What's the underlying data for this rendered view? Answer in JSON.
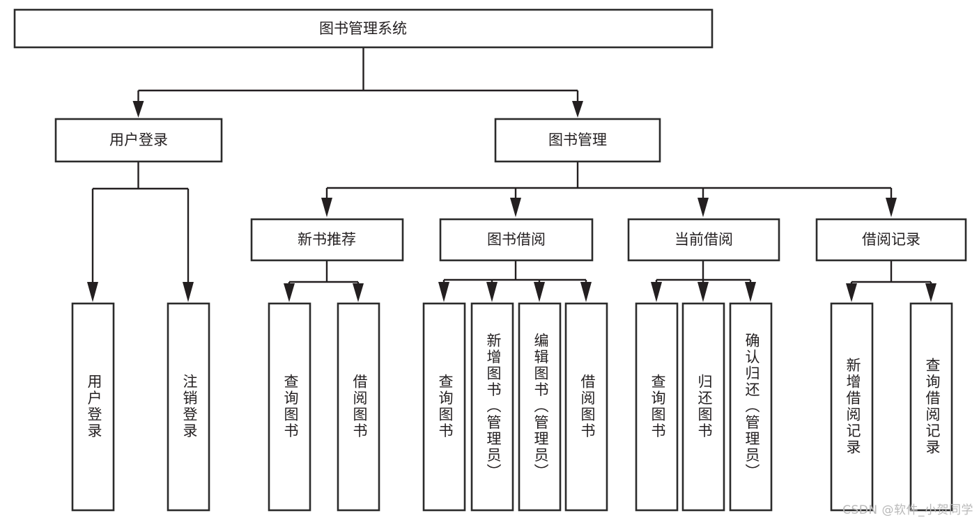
{
  "diagram": {
    "type": "hierarchy-tree",
    "title": "图书管理系统",
    "orientation": "top-down",
    "watermark": "CSDN @软件_小贺同学",
    "colors": {
      "box_stroke": "#2b2b2b",
      "box_fill": "#ffffff",
      "connector": "#231f20",
      "text": "#231f20",
      "background": "#ffffff",
      "watermark": "#b9b9b9"
    },
    "nodes": {
      "root": {
        "label": "图书管理系统",
        "level": 1,
        "orientation": "horizontal"
      },
      "level2": [
        {
          "id": "user-login",
          "label": "用户登录",
          "orientation": "horizontal"
        },
        {
          "id": "book-manage",
          "label": "图书管理",
          "orientation": "horizontal"
        }
      ],
      "level3": [
        {
          "id": "new-book-recommend",
          "label": "新书推荐",
          "orientation": "horizontal",
          "parent": "book-manage"
        },
        {
          "id": "book-borrow",
          "label": "图书借阅",
          "orientation": "horizontal",
          "parent": "book-manage"
        },
        {
          "id": "current-borrow",
          "label": "当前借阅",
          "orientation": "horizontal",
          "parent": "book-manage"
        },
        {
          "id": "borrow-record",
          "label": "借阅记录",
          "orientation": "horizontal",
          "parent": "book-manage"
        }
      ],
      "leaves": [
        {
          "id": "leaf-user-login",
          "label": "用户登录",
          "orientation": "vertical",
          "parent": "user-login"
        },
        {
          "id": "leaf-user-logout",
          "label": "注销登录",
          "orientation": "vertical",
          "parent": "user-login"
        },
        {
          "id": "leaf-query-book-1",
          "label": "查询图书",
          "orientation": "vertical",
          "parent": "new-book-recommend"
        },
        {
          "id": "leaf-borrow-book-1",
          "label": "借阅图书",
          "orientation": "vertical",
          "parent": "new-book-recommend"
        },
        {
          "id": "leaf-query-book-2",
          "label": "查询图书",
          "orientation": "vertical",
          "parent": "book-borrow"
        },
        {
          "id": "leaf-add-book",
          "label": "新增图书（管理员）",
          "orientation": "vertical",
          "parent": "book-borrow"
        },
        {
          "id": "leaf-edit-book",
          "label": "编辑图书（管理员）",
          "orientation": "vertical",
          "parent": "book-borrow"
        },
        {
          "id": "leaf-borrow-book-2",
          "label": "借阅图书",
          "orientation": "vertical",
          "parent": "book-borrow"
        },
        {
          "id": "leaf-query-book-3",
          "label": "查询图书",
          "orientation": "vertical",
          "parent": "current-borrow"
        },
        {
          "id": "leaf-return-book",
          "label": "归还图书",
          "orientation": "vertical",
          "parent": "current-borrow"
        },
        {
          "id": "leaf-confirm-return",
          "label": "确认归还（管理员）",
          "orientation": "vertical",
          "parent": "current-borrow"
        },
        {
          "id": "leaf-add-record",
          "label": "新增借阅记录",
          "orientation": "vertical",
          "parent": "borrow-record"
        },
        {
          "id": "leaf-query-record",
          "label": "查询借阅记录",
          "orientation": "vertical",
          "parent": "borrow-record"
        }
      ]
    }
  }
}
